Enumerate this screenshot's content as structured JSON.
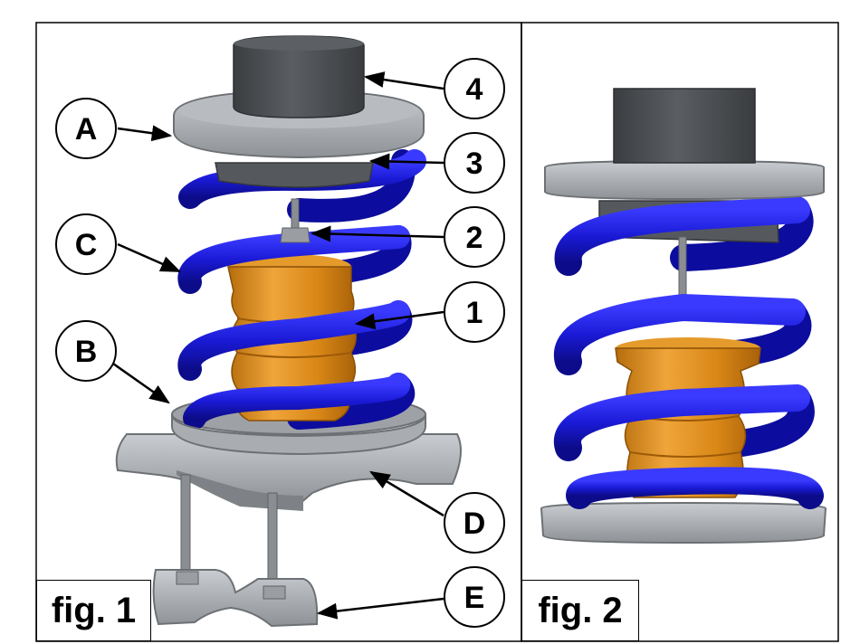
{
  "figures": {
    "fig1": {
      "label": "fig. 1"
    },
    "fig2": {
      "label": "fig. 2"
    }
  },
  "callouts": {
    "A": "A",
    "B": "B",
    "C": "C",
    "D": "D",
    "E": "E",
    "n1": "1",
    "n2": "2",
    "n3": "3",
    "n4": "4"
  },
  "colors": {
    "spring": "#1a1ad6",
    "bump_stop": "#d6891a",
    "cap": "#4a4d50",
    "plate": "#a9adb1",
    "frame": "#000000"
  }
}
